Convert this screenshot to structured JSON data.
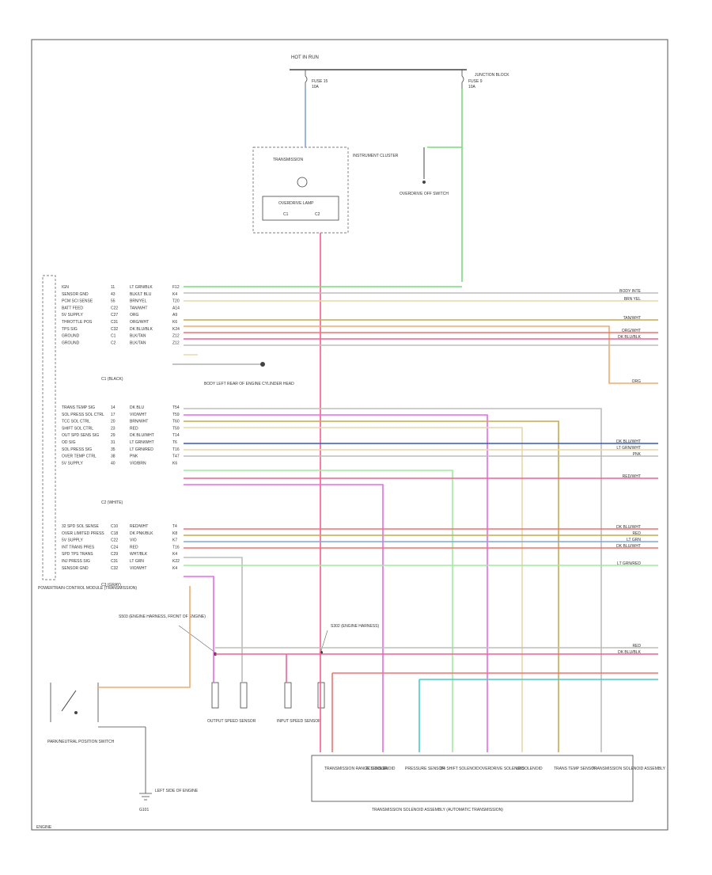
{
  "footer": {
    "code": "ENGINE"
  },
  "colors": {
    "grn": "#77dd77",
    "blue": "#7fa3e8",
    "pink": "#ff5b8c",
    "tan": "#e9d7a7",
    "gray": "#bdbdbd",
    "orange": "#f5a86a",
    "red": "#ff6b6b",
    "violet": "#ee66ee",
    "olive": "#c9a94a",
    "navy": "#3355dd",
    "cyan": "#44cccc",
    "ltgrn": "#99ee99"
  },
  "fuse_block": {
    "label": "HOT IN RUN"
  },
  "fuses": [
    {
      "name": "FUSE 15",
      "rating": "10A"
    },
    {
      "name": "FUSE 9",
      "rating": "10A"
    }
  ],
  "junction": {
    "label": "JUNCTION BLOCK"
  },
  "cluster": {
    "title": "INSTRUMENT CLUSTER",
    "gauge": "TRANSMISSION",
    "lamp": "OVERDRIVE LAMP",
    "pins": [
      "C1",
      "C2"
    ]
  },
  "od_switch": {
    "label": "OVERDRIVE OFF SWITCH"
  },
  "pcm": {
    "label": "POWERTRAIN CONTROL MODULE (TRANSMISSION)"
  },
  "groups": [
    {
      "connector": "C1 (BLACK)"
    },
    {
      "connector": "C2 (WHITE)"
    },
    {
      "connector": "C3 (GRAY)"
    }
  ],
  "pcm_pins_1": [
    {
      "name": "IGN",
      "pin": "11",
      "wire": "LT GRN/BLK",
      "circuit": "F12"
    },
    {
      "name": "SENSOR GND",
      "pin": "43",
      "wire": "BLK/LT BLU",
      "circuit": "K4"
    },
    {
      "name": "PCM SCI SENSE",
      "pin": "55",
      "wire": "BRN/YEL",
      "circuit": "T20"
    },
    {
      "name": "BATT FEED",
      "pin": "C22",
      "wire": "TAN/WHT",
      "circuit": "A14"
    },
    {
      "name": "5V SUPPLY",
      "pin": "C27",
      "wire": "ORG",
      "circuit": "A9"
    },
    {
      "name": "THROTTLE POS",
      "pin": "C31",
      "wire": "ORG/WHT",
      "circuit": "K6"
    },
    {
      "name": "TPS SIG",
      "pin": "C32",
      "wire": "DK BLU/BLK",
      "circuit": "K24"
    },
    {
      "name": "GROUND",
      "pin": "C1",
      "wire": "BLK/TAN",
      "circuit": "Z12"
    },
    {
      "name": "GROUND",
      "pin": "C2",
      "wire": "BLK/TAN",
      "circuit": "Z12"
    }
  ],
  "ground_note": "BODY LEFT REAR OF ENGINE CYLINDER HEAD",
  "pcm_pins_2": [
    {
      "name": "TRANS TEMP SIG",
      "pin": "14",
      "wire": "DK BLU",
      "circuit": "T54"
    },
    {
      "name": "SOL PRESS SOL CTRL",
      "pin": "17",
      "wire": "VIO/WHT",
      "circuit": "T59"
    },
    {
      "name": "TCC SOL CTRL",
      "pin": "20",
      "wire": "BRN/WHT",
      "circuit": "T60"
    },
    {
      "name": "SHIFT SOL CTRL",
      "pin": "23",
      "wire": "RED",
      "circuit": "T59"
    },
    {
      "name": "OUT SPD SENS SIG",
      "pin": "29",
      "wire": "DK BLU/WHT",
      "circuit": "T14"
    },
    {
      "name": "OD SIG",
      "pin": "31",
      "wire": "LT GRN/WHT",
      "circuit": "T6"
    },
    {
      "name": "SOL PRESS SIG",
      "pin": "35",
      "wire": "LT GRN/RED",
      "circuit": "T16"
    },
    {
      "name": "OVER TEMP CTRL",
      "pin": "38",
      "wire": "PNK",
      "circuit": "T47"
    },
    {
      "name": "5V SUPPLY",
      "pin": "40",
      "wire": "VIO/BRN",
      "circuit": "K6"
    }
  ],
  "pcm_pins_3": [
    {
      "name": "32 SPD SOL SENSE",
      "pin": "C10",
      "wire": "RED/WHT",
      "circuit": "T4"
    },
    {
      "name": "OVER LIMITED PRESS",
      "pin": "C18",
      "wire": "DK PNK/BLK",
      "circuit": "K8"
    },
    {
      "name": "5V SUPPLY",
      "pin": "C22",
      "wire": "VIO",
      "circuit": "K7"
    },
    {
      "name": "INT TRANS PRES",
      "pin": "C24",
      "wire": "RED",
      "circuit": "T16"
    },
    {
      "name": "SPD TPS TRANS",
      "pin": "C29",
      "wire": "WHT/BLK",
      "circuit": "K4"
    },
    {
      "name": "INJ PRESS SIG",
      "pin": "C31",
      "wire": "LT GRN",
      "circuit": "K22"
    },
    {
      "name": "SENSOR GND",
      "pin": "C32",
      "wire": "VIO/WHT",
      "circuit": "K4"
    }
  ],
  "right_labels": [
    "BODY INTE",
    "BRN YEL",
    "TAN/WHT",
    "ORG/WHT",
    "DK BLU/BLK",
    "ORG",
    "DK BLU/WHT",
    "LT GRN/WHT",
    "PNK",
    "RED/WHT",
    "DK BLU/WHT",
    "RED",
    "LT GRN",
    "DK BLU/WHT",
    "LT GRN/RED",
    "RED",
    "DK BLU/BLK"
  ],
  "speed_sensors": [
    {
      "label": "OUTPUT SPEED SENSOR"
    },
    {
      "label": "INPUT SPEED SENSOR"
    }
  ],
  "splices": [
    {
      "label": "S503 (ENGINE HARNESS, FRONT OF ENGINE)"
    },
    {
      "label": "S302 (ENGINE HARNESS)"
    }
  ],
  "pns": {
    "label": "PARK/NEUTRAL POSITION SWITCH"
  },
  "ground_g": {
    "label": "LEFT SIDE OF ENGINE",
    "id": "G101"
  },
  "trans_components": [
    {
      "label": "TRANSMISSION RANGE SENSOR"
    },
    {
      "label": "TCC SOLENOID"
    },
    {
      "label": "PRESSURE SENSOR"
    },
    {
      "label": "2/4 SHIFT SOLENOID"
    },
    {
      "label": "OVERDRIVE SOLENOID"
    },
    {
      "label": "LR SOLENOID"
    },
    {
      "label": "TRANS TEMP SENSOR"
    },
    {
      "label": "TRANSMISSION SOLENOID ASSEMBLY"
    }
  ],
  "trans_assembly": {
    "label": "TRANSMISSION SOLENOID ASSEMBLY (AUTOMATIC TRANSMISSION)"
  }
}
